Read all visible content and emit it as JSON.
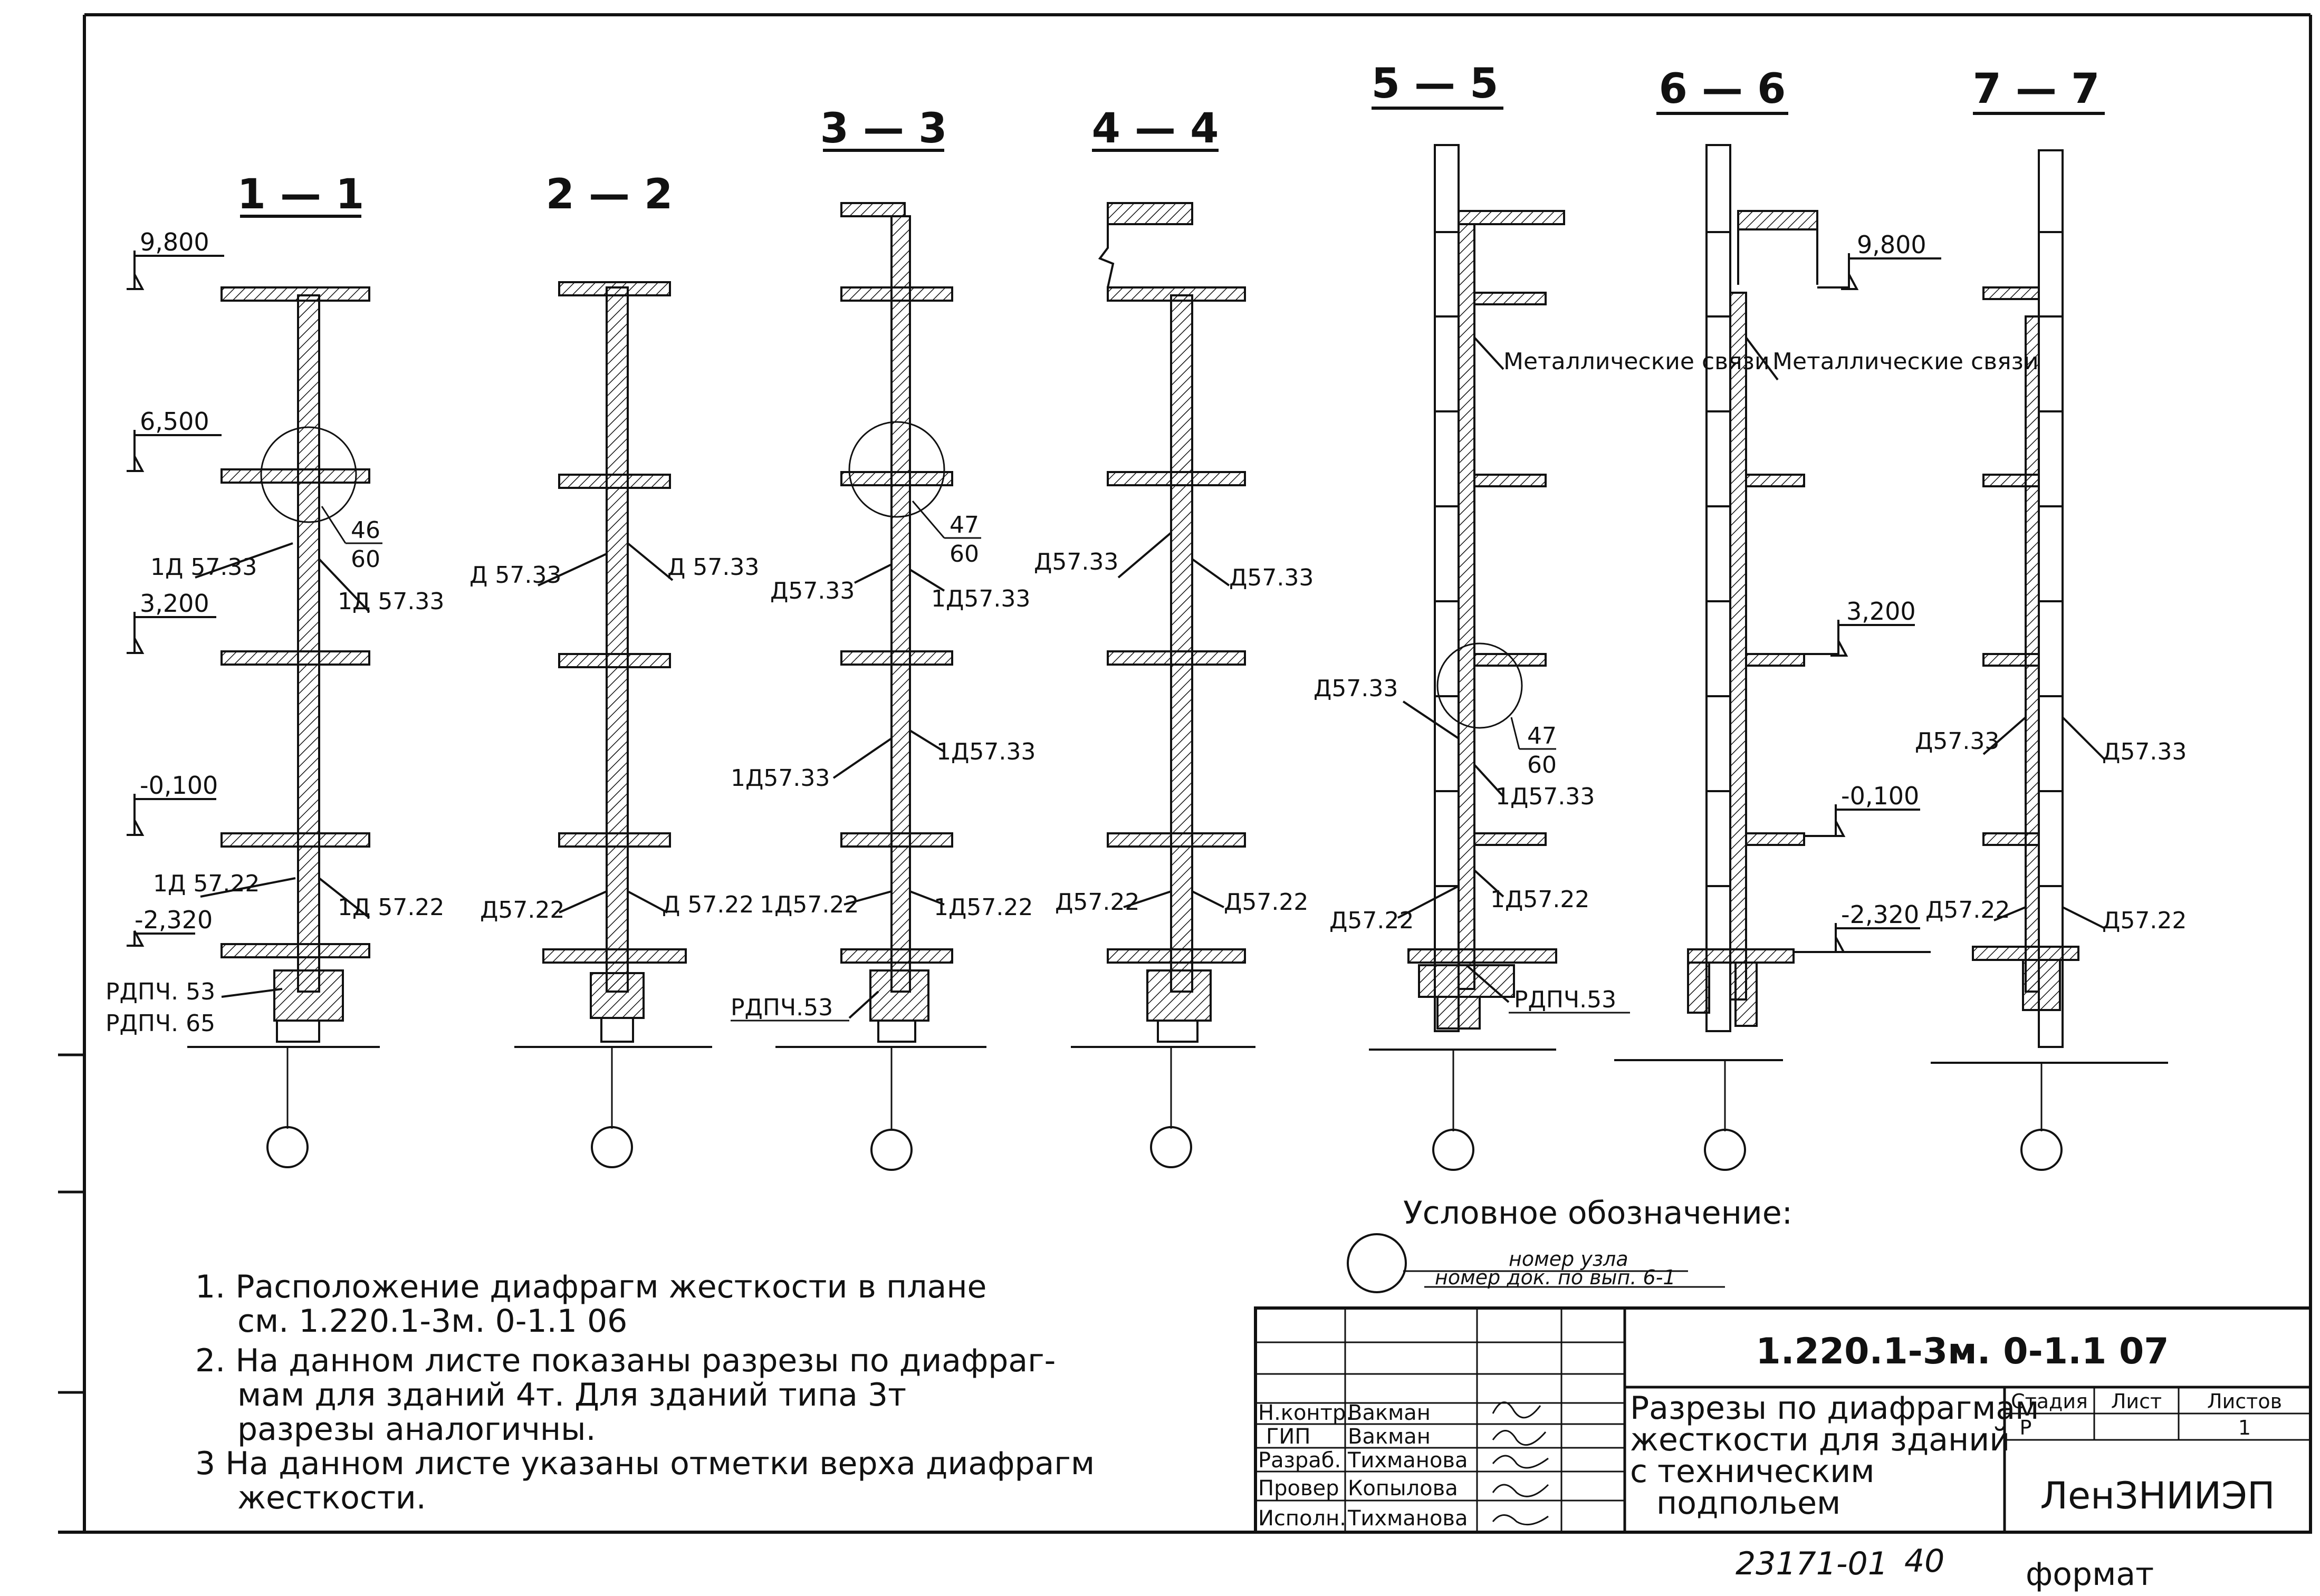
{
  "sections": [
    {
      "title": "1 — 1",
      "elevations": [
        "9,800",
        "6,500",
        "3,200",
        "-0,100",
        "-2,320"
      ],
      "labels": [
        "1Д 57.33",
        "1Д 57.33",
        "1Д 57.22",
        "1Д 57.22",
        "РДПЧ. 53",
        "РДПЧ. 65"
      ],
      "node": {
        "top": "46",
        "bottom": "60"
      }
    },
    {
      "title": "2 — 2",
      "labels": [
        "Д 57.33",
        "Д 57.33",
        "Д57.22",
        "Д 57.22"
      ]
    },
    {
      "title": "3 — 3",
      "labels": [
        "Д57.33",
        "1Д57.33",
        "1Д57.33",
        "1Д57.33",
        "1Д57.22",
        "1Д57.22",
        "РДПЧ.53"
      ],
      "node": {
        "top": "47",
        "bottom": "60"
      }
    },
    {
      "title": "4 — 4",
      "labels": [
        "Д57.33",
        "Д57.33",
        "Д57.22",
        "Д57.22"
      ]
    },
    {
      "title": "5 — 5",
      "labels": [
        "Металлические связи",
        "Д57.33",
        "1Д57.33",
        "Д57.22",
        "1Д57.22",
        "РДПЧ.53"
      ],
      "node": {
        "top": "47",
        "bottom": "60"
      }
    },
    {
      "title": "6 — 6",
      "elevations": [
        "9,800",
        "3,200",
        "-0,100",
        "-2,320"
      ],
      "labels": [
        "Металлические связи"
      ]
    },
    {
      "title": "7 — 7",
      "labels": [
        "Д57.33",
        "Д57.33",
        "Д57.22",
        "Д57.22"
      ]
    }
  ],
  "legend": {
    "title": "Условное обозначение:",
    "top": "номер узла",
    "bottom": "номер док. по вып. 6-1"
  },
  "notes": [
    "1. Расположение диафрагм жесткости в плане",
    "см. 1.220.1-3м. 0-1.1 06",
    "2. На данном листе показаны разрезы по диафраг-",
    "мам для зданий 4т. Для зданий типа 3т",
    "разрезы аналогичны.",
    "3 На данном листе указаны отметки верха диафрагм",
    "жесткости."
  ],
  "stamp": {
    "code": "1.220.1-3м. 0-1.1 07",
    "rows": [
      {
        "role": "Н.контр.",
        "name": "Вакман"
      },
      {
        "role": "ГИП",
        "name": "Вакман"
      },
      {
        "role": "Разраб.",
        "name": "Тихманова"
      },
      {
        "role": "Провер",
        "name": "Копылова"
      },
      {
        "role": "Исполн.",
        "name": "Тихманова"
      }
    ],
    "title_lines": [
      "Разрезы по диафрагмам",
      "жесткости для зданий",
      "с техническим",
      "подпольем"
    ],
    "headers": [
      "Стадия",
      "Лист",
      "Листов"
    ],
    "values": [
      "Р",
      "",
      "1"
    ],
    "org": "ЛенЗНИИЭП"
  },
  "footer": {
    "number": "23171-01",
    "page": "40",
    "format": "формат"
  }
}
